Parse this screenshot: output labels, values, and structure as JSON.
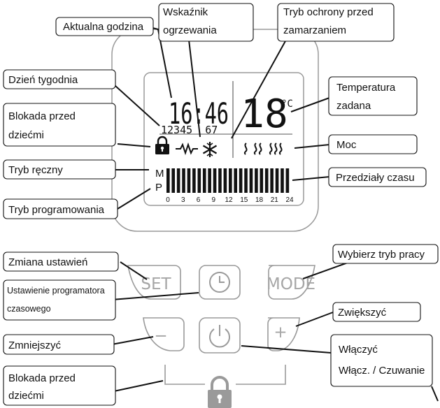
{
  "colors": {
    "ink": "#111111",
    "button_grey": "#9a9a9a",
    "button_text": "#a6a6a6",
    "background": "#ffffff"
  },
  "display": {
    "time": "16:46",
    "days": "12345  67",
    "temperature": "18",
    "temperature_unit": "°C",
    "mode_manual": "M",
    "mode_program": "P",
    "hour_marks": [
      "0",
      "3",
      "6",
      "9",
      "12",
      "15",
      "18",
      "21",
      "24"
    ],
    "time_bar_count": 24,
    "icons": [
      "padlock-icon",
      "heating-wave-icon",
      "snowflake-icon",
      "power-level-icons"
    ]
  },
  "buttons": {
    "set": "SET",
    "mode": "MODE",
    "minus": "−",
    "plus": "+",
    "icons": [
      "clock-icon",
      "power-icon",
      "lock-icon"
    ]
  },
  "callouts": {
    "current_time": "Aktualna godzina",
    "heating_indicator": [
      "Wskaźnik",
      "ogrzewania"
    ],
    "frost_protection": [
      "Tryb ochrony przed",
      "zamarzaniem"
    ],
    "day_of_week": "Dzień tygodnia",
    "set_temperature": [
      "Temperatura",
      "zadana"
    ],
    "child_lock_display": [
      "Blokada przed",
      "dziećmi"
    ],
    "power": "Moc",
    "manual_mode": "Tryb ręczny",
    "time_slots": "Przedziały czasu",
    "program_mode": "Tryb programowania",
    "change_settings": "Zmiana ustawień",
    "select_mode": "Wybierz tryb pracy",
    "timer_setting": [
      "Ustawienie programatora",
      "czasowego"
    ],
    "increase": "Zwiększyć",
    "decrease": "Zmniejszyć",
    "power_on": [
      "Włączyć",
      "Włącz. / Czuwanie"
    ],
    "child_lock_buttons": [
      "Blokada przed",
      "dziećmi"
    ]
  }
}
